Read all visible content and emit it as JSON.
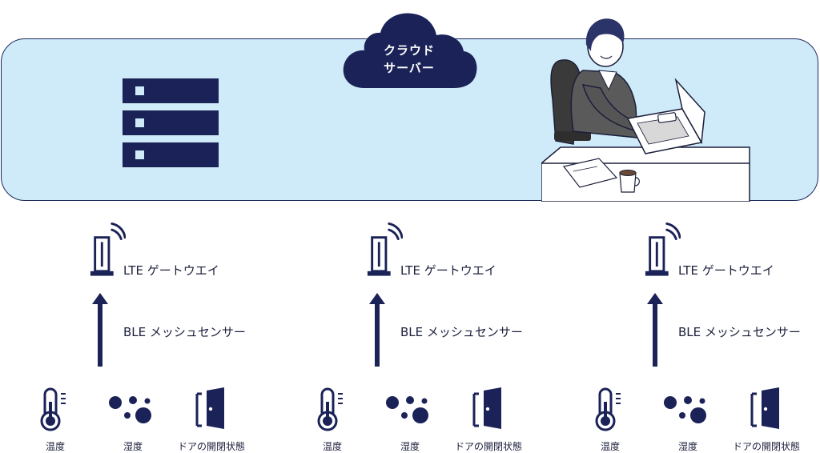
{
  "cloud": {
    "line1": "クラウド",
    "line2": "サーバー"
  },
  "groups": [
    {
      "gateway_label": "LTE ゲートウエイ",
      "mesh_label": "BLE メッシュセンサー",
      "sensors": [
        {
          "icon": "thermometer-icon",
          "caption": "温度"
        },
        {
          "icon": "humidity-dots-icon",
          "caption": "湿度"
        },
        {
          "icon": "door-icon",
          "caption": "ドアの開閉状態"
        }
      ]
    },
    {
      "gateway_label": "LTE ゲートウエイ",
      "mesh_label": "BLE メッシュセンサー",
      "sensors": [
        {
          "icon": "thermometer-icon",
          "caption": "温度"
        },
        {
          "icon": "humidity-dots-icon",
          "caption": "湿度"
        },
        {
          "icon": "door-icon",
          "caption": "ドアの開閉状態"
        }
      ]
    },
    {
      "gateway_label": "LTE ゲートウエイ",
      "mesh_label": "BLE メッシュセンサー",
      "sensors": [
        {
          "icon": "thermometer-icon",
          "caption": "温度"
        },
        {
          "icon": "humidity-dots-icon",
          "caption": "湿度"
        },
        {
          "icon": "door-icon",
          "caption": "ドアの開閉状態"
        }
      ]
    }
  ],
  "colors": {
    "navy": "#1a2257",
    "panel": "#cfeaf8",
    "border": "#1e2a5e",
    "text": "#1b1f3b"
  }
}
